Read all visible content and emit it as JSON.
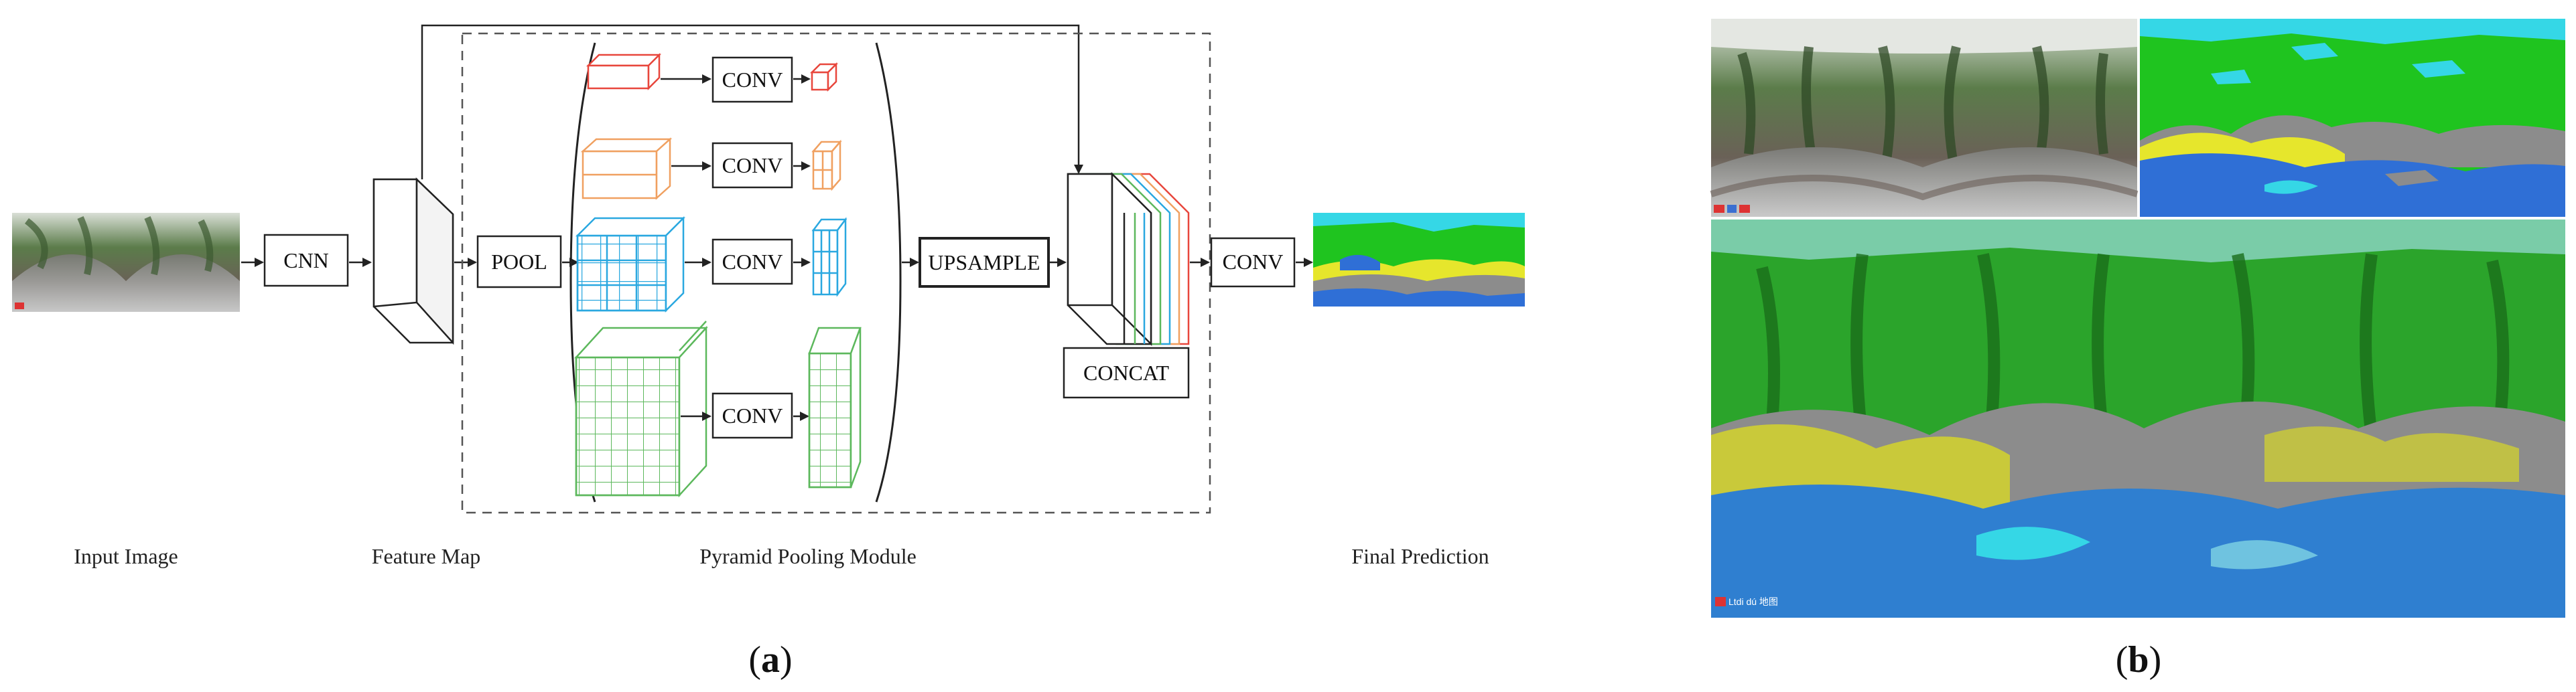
{
  "panel_a": {
    "label_open": "(",
    "label_letter": "a",
    "label_close": ")",
    "boxes": {
      "cnn": "CNN",
      "pool": "POOL",
      "conv1": "CONV",
      "conv2": "CONV",
      "conv3": "CONV",
      "conv4": "CONV",
      "upsample": "UPSAMPLE",
      "concat": "CONCAT",
      "conv_final": "CONV"
    },
    "stages": {
      "input": "Input Image",
      "feature_map": "Feature Map",
      "ppm": "Pyramid Pooling Module",
      "final": "Final Prediction"
    },
    "branch_colors": {
      "red": "#e8463c",
      "orange": "#f0a060",
      "cyan": "#2aa8e0",
      "green": "#5cb85c"
    }
  },
  "panel_b": {
    "label_open": "(",
    "label_letter": "b",
    "label_close": ")",
    "watermark": "Ltdi dú 地图"
  },
  "colors": {
    "seg_green": "#1fc41f",
    "seg_blue": "#2f6fd6",
    "seg_cyan": "#35d7e6",
    "seg_yellow": "#e6e62c",
    "seg_gray": "#8c8c8c",
    "tree_dark": "#3c5a30"
  }
}
